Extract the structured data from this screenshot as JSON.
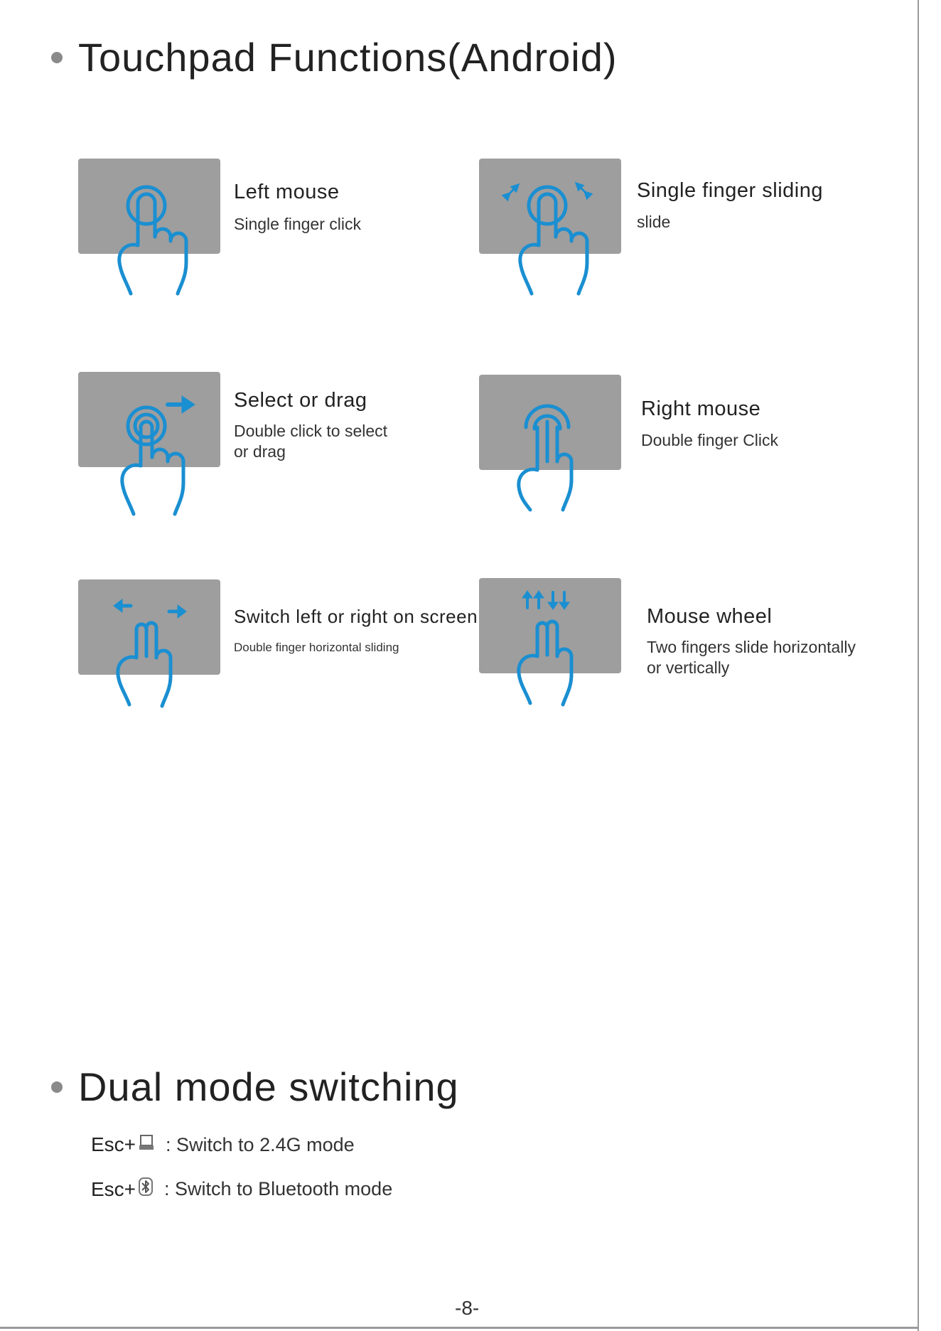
{
  "sections": {
    "touchpad_title": "Touchpad Functions(Android)",
    "dual_mode_title": "Dual mode switching"
  },
  "gestures": [
    {
      "title": "Left mouse",
      "desc": "Single finger click"
    },
    {
      "title": "Single finger sliding",
      "desc": "slide"
    },
    {
      "title": "Select or drag",
      "desc": "Double click to select\nor drag"
    },
    {
      "title": "Right  mouse",
      "desc": "Double finger Click"
    },
    {
      "title": "Switch left or right on screen",
      "desc": "Double finger horizontal sliding"
    },
    {
      "title": "Mouse wheel",
      "desc": "Two fingers slide horizontally\nor vertically"
    }
  ],
  "modes": [
    {
      "key": "Esc+",
      "icon": "usb-receiver-icon",
      "text": ": Switch to 2.4G mode"
    },
    {
      "key": "Esc+",
      "icon": "bluetooth-icon",
      "text": ": Switch to Bluetooth mode"
    }
  ],
  "page_number": "-8-",
  "colors": {
    "accent": "#1a8fd1",
    "pad": "#9e9e9e",
    "bullet": "#8a8a8a"
  }
}
